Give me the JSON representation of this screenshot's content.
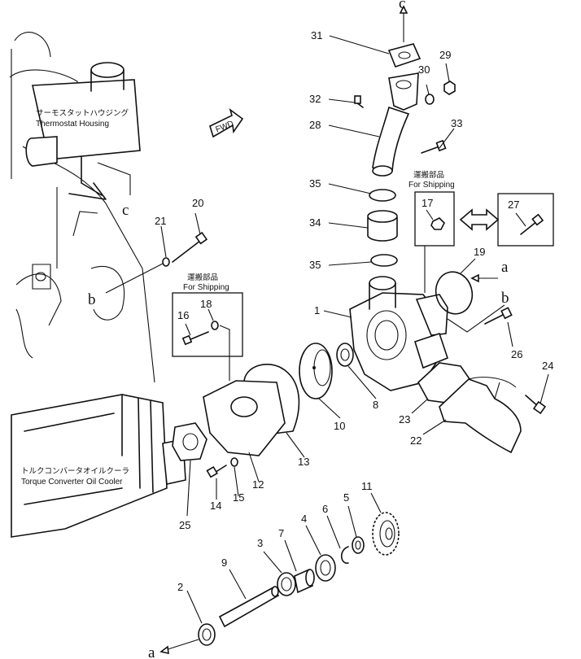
{
  "labels": {
    "thermostat_jp": "サーモスタットハウジング",
    "thermostat_en": "Thermostat Housing",
    "oil_cooler_jp": "トルクコンバータオイルクーラ",
    "oil_cooler_en": "Torque Converter Oil Cooler",
    "fwd": "FWD",
    "shipping_jp": "運搬部品",
    "shipping_en": "For Shipping"
  },
  "refs": {
    "a": "a",
    "b": "b",
    "c": "c"
  },
  "callouts": [
    "1",
    "2",
    "3",
    "4",
    "5",
    "6",
    "7",
    "8",
    "9",
    "10",
    "11",
    "12",
    "13",
    "14",
    "15",
    "16",
    "17",
    "18",
    "19",
    "20",
    "21",
    "22",
    "23",
    "24",
    "25",
    "26",
    "27",
    "28",
    "29",
    "30",
    "31",
    "32",
    "33",
    "34",
    "35"
  ]
}
